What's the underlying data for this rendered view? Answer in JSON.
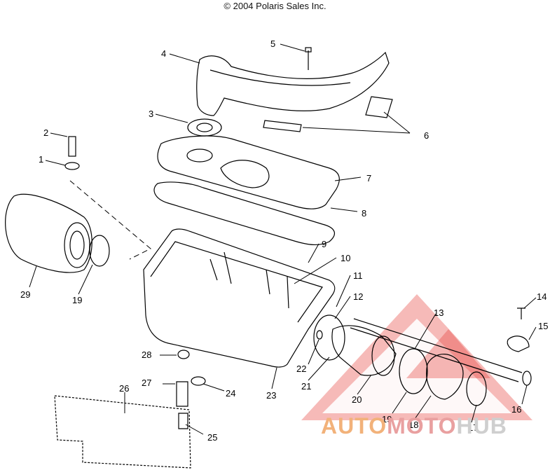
{
  "header": {
    "copyright": "© 2004 Polaris Sales Inc."
  },
  "callouts": [
    "1",
    "2",
    "3",
    "4",
    "5",
    "6",
    "7",
    "8",
    "9",
    "10",
    "11",
    "12",
    "13",
    "14",
    "15",
    "16",
    "17",
    "18",
    "19",
    "19",
    "20",
    "21",
    "22",
    "23",
    "24",
    "25",
    "26",
    "27",
    "28",
    "29"
  ],
  "watermark": {
    "part_a": "AUTO",
    "part_b": "MOTO",
    "part_c": "HUB"
  },
  "colors": {
    "line": "#000000",
    "watermark_red": "#e53935",
    "watermark_orange": "#f5a623"
  },
  "icons": {
    "logo": "triangle-mountain-logo"
  }
}
